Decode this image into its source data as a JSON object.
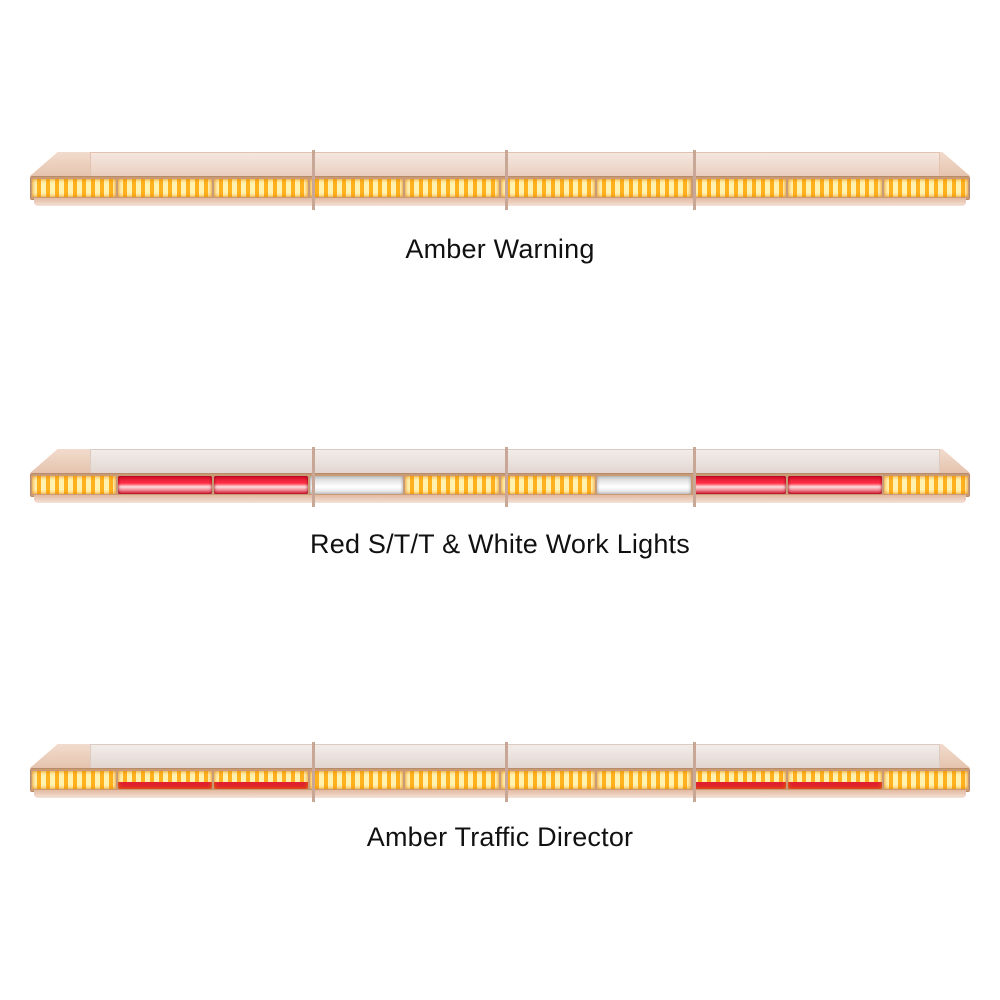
{
  "variants": [
    {
      "label": "Amber Warning",
      "segments": [
        "amber",
        "amber",
        "amber",
        "amber",
        "amber",
        "amber",
        "amber",
        "amber",
        "amber",
        "amber"
      ],
      "top_tone": "warm"
    },
    {
      "label": "Red S/T/T & White Work Lights",
      "segments": [
        "amber",
        "red",
        "red",
        "white",
        "amber",
        "amber",
        "white",
        "red",
        "red",
        "amber"
      ],
      "top_tone": "cool"
    },
    {
      "label": "Amber Traffic Director",
      "segments": [
        "amber",
        "amber-red",
        "amber-red",
        "amber",
        "amber",
        "amber",
        "amber",
        "amber-red",
        "amber-red",
        "amber"
      ],
      "top_tone": "cool"
    }
  ],
  "colors": {
    "amber": "#ffb21e",
    "red": "#e0202e",
    "white": "#f4f4f4",
    "text": "#111111",
    "background": "#ffffff"
  }
}
